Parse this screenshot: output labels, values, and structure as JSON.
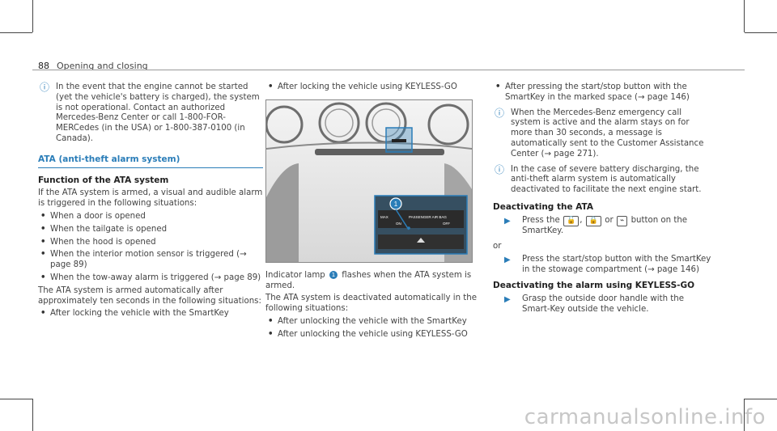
{
  "header": {
    "page_number": "88",
    "section": "Opening and closing"
  },
  "col1": {
    "note": "In the event that the engine cannot be started (yet the vehicle's battery is charged), the system is not operational. Contact an authorized Mercedes-Benz Center or call 1-800-FOR-MERCedes (in the USA) or 1-800-387-0100 (in Canada).",
    "section_title": "ATA (anti-theft alarm system)",
    "subhead": "Function of the ATA system",
    "intro": "If the ATA system is armed, a visual and audible alarm is triggered in the following situations:",
    "bullets": [
      "When a door is opened",
      "When the tailgate is opened",
      "When the hood is opened",
      "When the interior motion sensor is triggered (→ page 89)",
      "When the tow-away alarm is triggered (→ page 89)"
    ],
    "para2": "The ATA system is armed automatically after approximately ten seconds in the following situations:",
    "bullets2": [
      "After locking the vehicle with the SmartKey"
    ]
  },
  "col2": {
    "bullets": [
      "After locking the vehicle using KEYLESS-GO"
    ],
    "photo": {
      "callout": "1",
      "buttons": [
        "MAX",
        "ON",
        "PASSENGER AIR BAG",
        "OFF"
      ]
    },
    "indicator_before": "Indicator lamp",
    "indicator_num": "1",
    "indicator_after": "flashes when the ATA system is armed.",
    "para": "The ATA system is deactivated automatically in the following situations:",
    "bullets2": [
      "After unlocking the vehicle with the SmartKey",
      "After unlocking the vehicle using KEYLESS-GO"
    ]
  },
  "col3": {
    "bullets": [
      "After pressing the start/stop button with the SmartKey in the marked space (→ page 146)"
    ],
    "note1": "When the Mercedes-Benz emergency call system is active and the alarm stays on for more than 30 seconds, a message is automatically sent to the Customer Assistance Center (→ page 271).",
    "note2": "In the case of severe battery discharging, the anti-theft alarm system is automatically deactivated to facilitate the next engine start.",
    "deact_head": "Deactivating the ATA",
    "step1_before": "Press the",
    "step1_sep1": ",",
    "step1_or": "or",
    "step1_after": "button on the SmartKey.",
    "keys": [
      "🔓",
      "🔒",
      "⌁"
    ],
    "or": "or",
    "step2": "Press the start/stop button with the SmartKey in the stowage compartment (→ page 146)",
    "deact_head2": "Deactivating the alarm using KEYLESS-GO",
    "step3": "Grasp the outside door handle with the Smart-Key outside the vehicle."
  },
  "watermark": "carmanualsonline.info",
  "colors": {
    "accent": "#2a7db8"
  }
}
